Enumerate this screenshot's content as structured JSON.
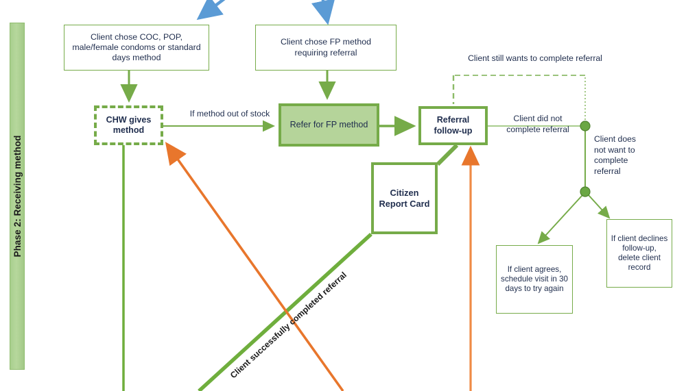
{
  "diagram": {
    "title": "Phase 2: Receiving method",
    "phase_band": {
      "label": "Phase 2: Receiving method",
      "color": "#a9cf8f"
    },
    "colors": {
      "green_stroke": "#76ab49",
      "green_fill": "#b5d49a",
      "orange": "#e8762c",
      "blue": "#5b9bd5",
      "text": "#1f2d4d"
    },
    "nodes": {
      "client_chose_method": "Client chose COC, POP, male/female condoms or standard days method",
      "client_chose_fp": "Client chose FP method requiring referral",
      "chw_gives_method": "CHW gives method",
      "refer_for_fp": "Refer for FP method",
      "referral_follow_up": "Referral follow-up",
      "citizen_report_card": "Citizen Report Card",
      "if_client_agrees": "If client agrees, schedule visit in 30 days to try again",
      "if_client_declines": "If client declines follow-up, delete client record"
    },
    "edge_labels": {
      "if_method_out_of_stock": "If method out of stock",
      "client_still_wants": "Client still wants to complete referral",
      "client_did_not_complete": "Client did not\ncomplete referral",
      "client_does_not_want": "Client does\nnot want to\ncomplete\nreferral",
      "client_successfully_completed": "Client successfully completed referral"
    }
  }
}
